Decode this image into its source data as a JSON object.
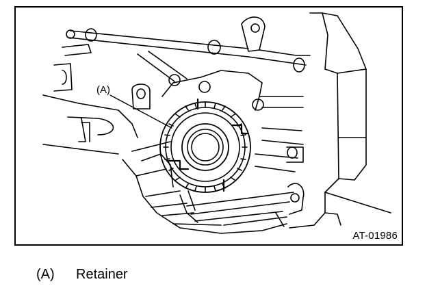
{
  "figure": {
    "id_label": "AT-01986",
    "callout_label": "(A)"
  },
  "legend": {
    "items": [
      {
        "code": "(A)",
        "text": "Retainer"
      }
    ]
  }
}
